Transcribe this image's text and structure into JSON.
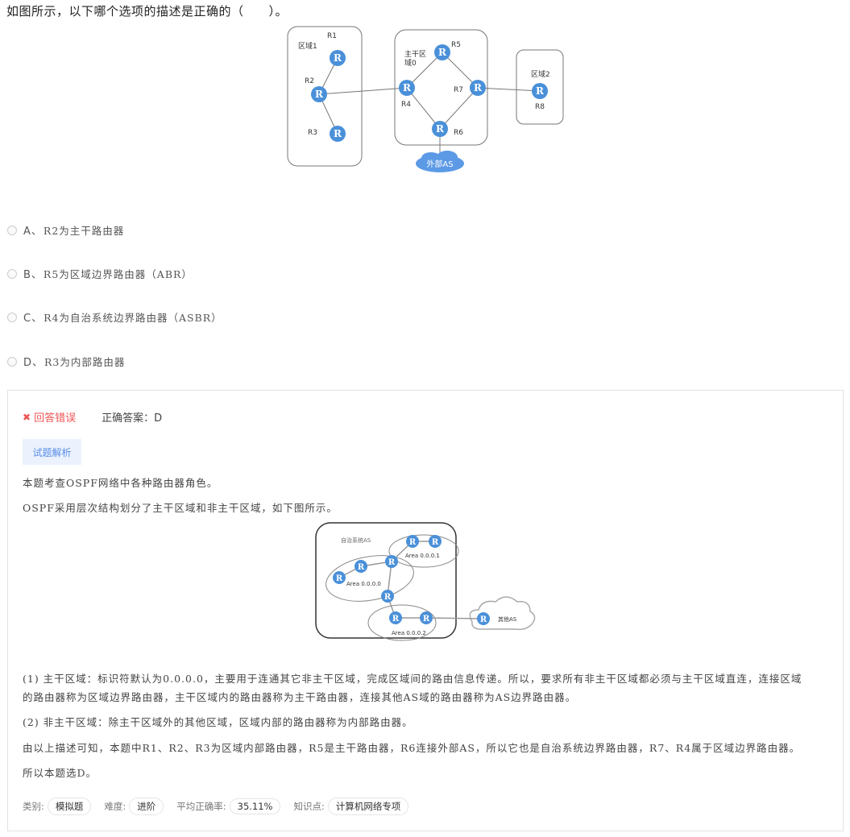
{
  "question": {
    "text": "如图所示，以下哪个选项的描述是正确的（　　）。",
    "figure": {
      "areas": [
        {
          "label": "区域1",
          "routers": [
            "R1",
            "R2",
            "R3"
          ]
        },
        {
          "label": "主干区域0",
          "label_line1": "主干区",
          "label_line2": "域0",
          "routers": [
            "R4",
            "R5",
            "R6",
            "R7"
          ]
        },
        {
          "label": "区域2",
          "routers": [
            "R8"
          ]
        }
      ],
      "router_glyph": "R",
      "external": "外部AS",
      "labels": {
        "r1": "R1",
        "r2": "R2",
        "r3": "R3",
        "r4": "R4",
        "r5": "R5",
        "r6": "R6",
        "r7": "R7",
        "r8": "R8",
        "area1": "区域1",
        "area0_l1": "主干区",
        "area0_l2": "域0",
        "area2": "区域2"
      }
    }
  },
  "options": [
    {
      "letter": "A、",
      "text": "R2为主干路由器"
    },
    {
      "letter": "B、",
      "text": "R5为区域边界路由器（ABR）"
    },
    {
      "letter": "C、",
      "text": "R4为自治系统边界路由器（ASBR）"
    },
    {
      "letter": "D、",
      "text": "R3为内部路由器"
    }
  ],
  "result": {
    "status_icon": "✖",
    "status": "回答错误",
    "correct_answer": "正确答案：D",
    "analysis_button": "试题解析"
  },
  "analysis": {
    "p1": "本题考查OSPF网络中各种路由器角色。",
    "p2": "OSPF采用层次结构划分了主干区域和非主干区域，如下图所示。",
    "figure": {
      "as_label": "自治系统AS",
      "area0": "Area 0.0.0.0",
      "area1": "Area 0.0.0.1",
      "area2": "Area 0.0.0.2",
      "other_as": "其他AS",
      "router_glyph": "R"
    },
    "p3_line1": "(1) 主干区域：标识符默认为0.0.0.0，主要用于连通其它非主干区域，完成区域间的路由信息传递。所以，要求所有非主干区域都必须与主干区域直连，连接区域",
    "p3_line2": "的路由器称为区域边界路由器，主干区域内的路由器称为主干路由器，连接其他AS域的路由器称为AS边界路由器。",
    "p4": "(2) 非主干区域：除主干区域外的其他区域，区域内部的路由器称为内部路由器。",
    "p5": "由以上描述可知，本题中R1、R2、R3为区域内部路由器，R5是主干路由器，R6连接外部AS，所以它也是自治系统边界路由器，R7、R4属于区域边界路由器。",
    "p6": "所以本题选D。"
  },
  "meta": {
    "category_label": "类别:",
    "category": "模拟题",
    "difficulty_label": "难度:",
    "difficulty": "进阶",
    "accuracy_label": "平均正确率:",
    "accuracy": "35.11%",
    "knowledge_label": "知识点:",
    "knowledge": "计算机网络专项"
  },
  "colors": {
    "router": "#4a90d9",
    "wrong": "#f05454",
    "analysis_btn_bg": "#ebf2fd",
    "analysis_btn_text": "#5a8de6"
  }
}
